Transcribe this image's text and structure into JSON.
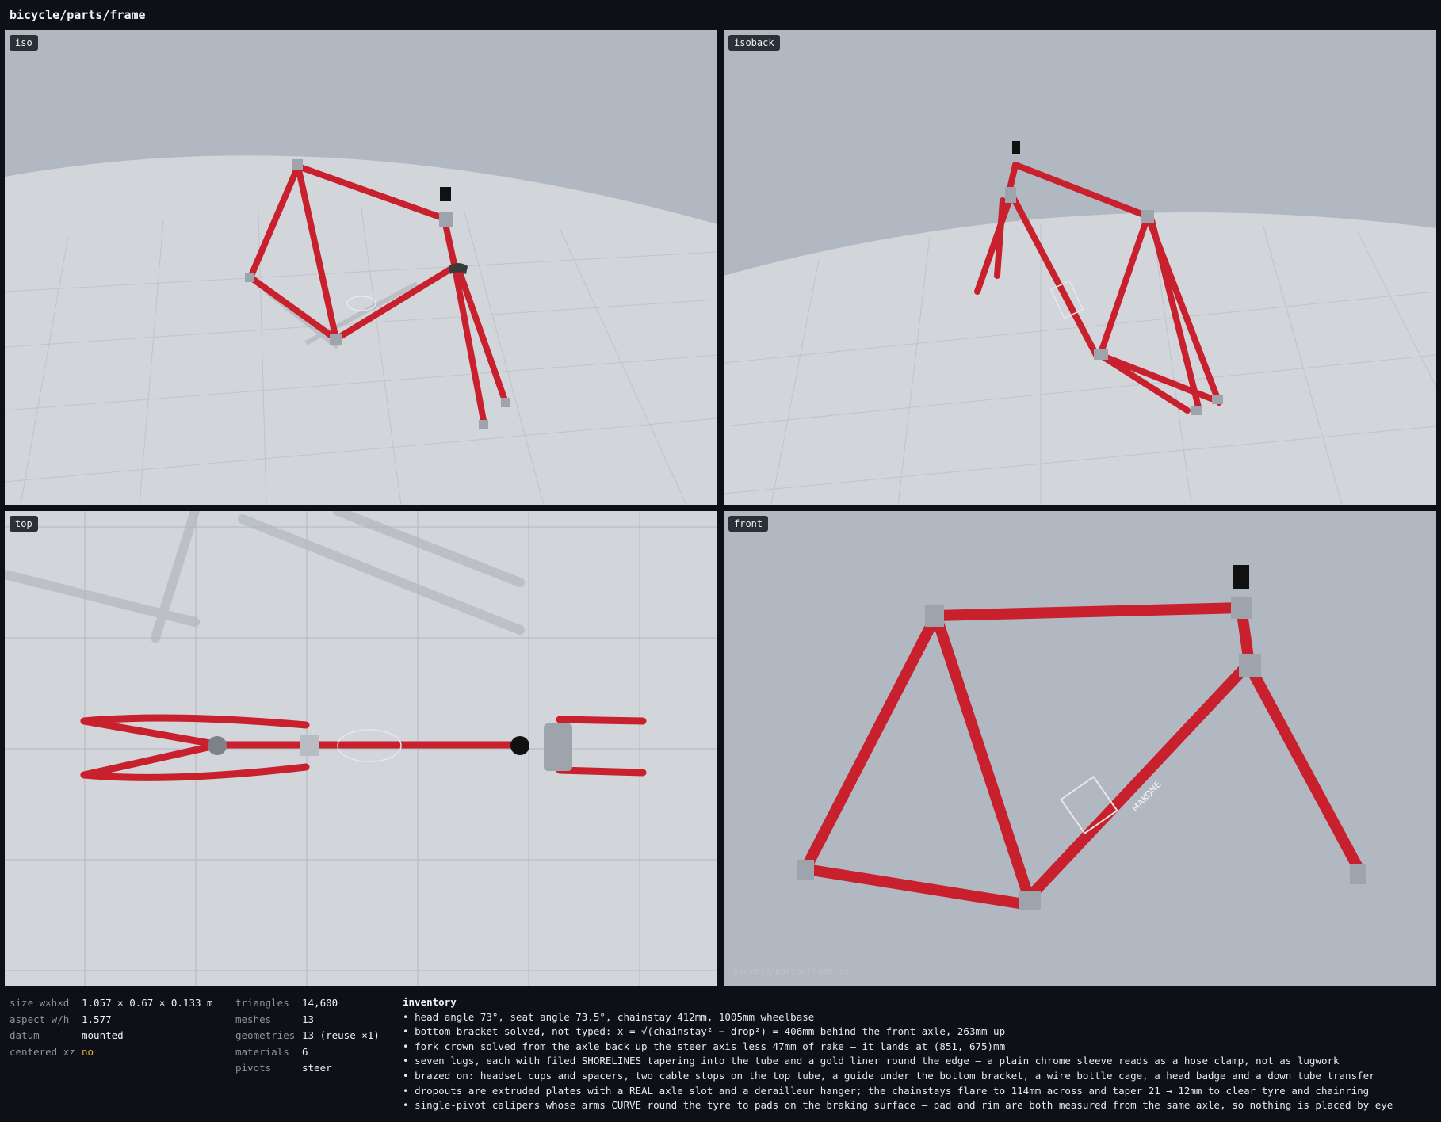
{
  "title": "bicycle/parts/frame",
  "viewports": {
    "iso": "iso",
    "isoback": "isoback",
    "top": "top",
    "front": "front"
  },
  "badge": "MAKONE",
  "watermark": "bicycle/parts/frame.js",
  "stats_left": [
    {
      "key": "size w×h×d",
      "value": "1.057 × 0.67 × 0.133 m"
    },
    {
      "key": "aspect w/h",
      "value": "1.577"
    },
    {
      "key": "datum",
      "value": "mounted"
    },
    {
      "key": "centered xz",
      "value": "no"
    }
  ],
  "stats_right": [
    {
      "key": "triangles",
      "value": "14,600"
    },
    {
      "key": "meshes",
      "value": "13"
    },
    {
      "key": "geometries",
      "value": "13 (reuse ×1)"
    },
    {
      "key": "materials",
      "value": "6"
    },
    {
      "key": "pivots",
      "value": "steer"
    }
  ],
  "inventory": {
    "title": "inventory",
    "items": [
      "head angle 73°, seat angle 73.5°, chainstay 412mm, 1005mm wheelbase",
      "bottom bracket solved, not typed: x = √(chainstay² − drop²) = 406mm behind the front axle, 263mm up",
      "fork crown solved from the axle back up the steer axis less 47mm of rake — it lands at (851, 675)mm",
      "seven lugs, each with filed SHORELINES tapering into the tube and a gold liner round the edge — a plain chrome sleeve reads as a hose clamp, not as lugwork",
      "brazed on: headset cups and spacers, two cable stops on the top tube, a guide under the bottom bracket, a wire bottle cage, a head badge and a down tube transfer",
      "dropouts are extruded plates with a REAL axle slot and a derailleur hanger; the chainstays flare to 114mm across and taper 21 → 12mm to clear tyre and chainring",
      "single-pivot calipers whose arms CURVE round the tyre to pads on the braking surface — pad and rim are both measured from the same axle, so nothing is placed by eye"
    ]
  },
  "colors": {
    "background": "#0d1117",
    "frame_red": "#c8202c",
    "viewport_sky": "#b2b8c1",
    "viewport_ground": "#d2d5da",
    "warn": "#e3b341"
  }
}
